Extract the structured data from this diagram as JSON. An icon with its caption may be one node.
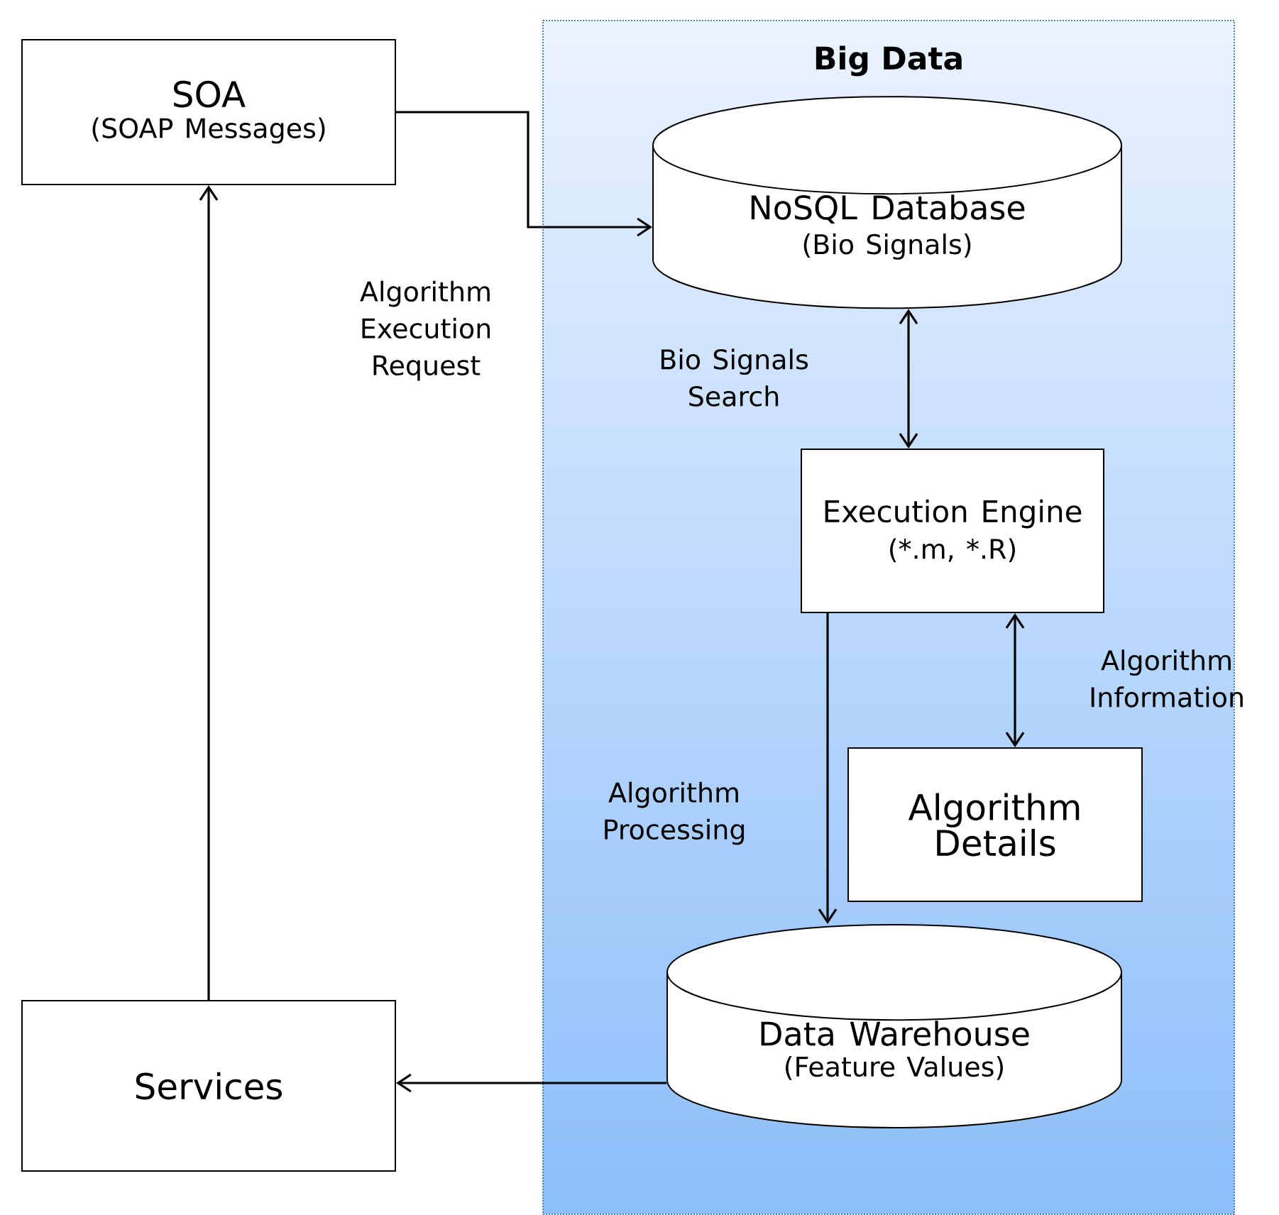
{
  "diagram": {
    "nodes": [
      {
        "text": [
          "Big Data"
        ]
      },
      {
        "text": [
          "SOA",
          "(SOAP Messages)"
        ]
      },
      {
        "text": [
          "NoSQL Database",
          "(Bio Signals)"
        ],
        "in": 0
      },
      {
        "text": [
          "Execution Engine",
          "(*.m, *.R)"
        ],
        "in": 0
      },
      {
        "text": [
          "Algorithm Details"
        ],
        "in": 0
      },
      {
        "text": [
          "Data Warehouse",
          "(Feature Values)"
        ],
        "in": 0
      },
      {
        "text": [
          "Services"
        ]
      }
    ],
    "edges": [
      {
        "from": 1,
        "to": 2,
        "arrow": "to",
        "label": "Algorithm Execution Request"
      },
      {
        "from": 2,
        "to": 3,
        "arrow": "both",
        "label": "Bio Signals Search"
      },
      {
        "from": 3,
        "to": 4,
        "arrow": "both",
        "label": "Algorithm Information"
      },
      {
        "from": 3,
        "to": 5,
        "arrow": "to",
        "label": "Algorithm Processing"
      },
      {
        "from": 5,
        "to": 6,
        "arrow": "to"
      },
      {
        "from": 6,
        "to": 1,
        "arrow": "to"
      }
    ]
  }
}
